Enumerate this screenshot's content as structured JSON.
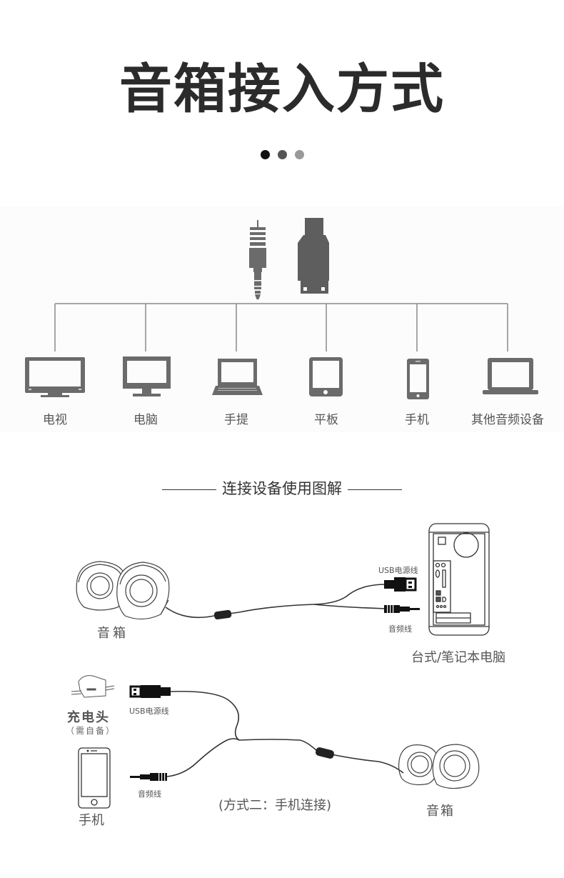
{
  "header": {
    "title": "音箱接入方式",
    "dots": [
      {
        "color": "#111111"
      },
      {
        "color": "#555555"
      },
      {
        "color": "#999999"
      }
    ]
  },
  "connectors": {
    "items": [
      {
        "name": "3.5mm audio plug",
        "icon": "audio-jack-icon"
      },
      {
        "name": "USB plug",
        "icon": "usb-plug-icon"
      }
    ]
  },
  "devices": [
    {
      "label": "电视",
      "icon": "tv-icon"
    },
    {
      "label": "电脑",
      "icon": "desktop-monitor-icon"
    },
    {
      "label": "手提",
      "icon": "laptop-icon"
    },
    {
      "label": "平板",
      "icon": "tablet-icon"
    },
    {
      "label": "手机",
      "icon": "phone-icon"
    },
    {
      "label": "其他音频设备",
      "icon": "other-audio-device-icon"
    }
  ],
  "section": {
    "title": "连接设备使用图解"
  },
  "diagram1": {
    "speaker_label": "音箱",
    "usb_cable_label": "USB电源线",
    "audio_cable_label": "音频线",
    "computer_label": "台式/笔记本电脑"
  },
  "diagram2": {
    "charger_label": "充电头",
    "charger_note": "（需自备）",
    "phone_label": "手机",
    "usb_cable_label": "USB电源线",
    "audio_cable_label": "音频线",
    "method_label": "(方式二：手机连接)",
    "speaker_label": "音箱"
  },
  "colors": {
    "icon_gray": "#6b6b6b",
    "line_gray": "#8a8a8a",
    "text_dark": "#2b2b2b"
  }
}
